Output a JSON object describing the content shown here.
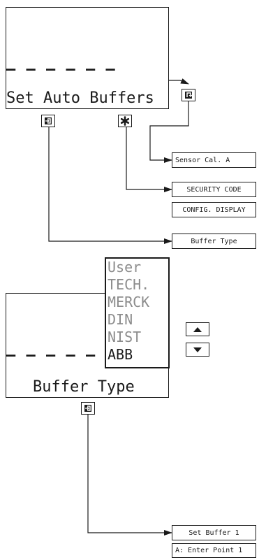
{
  "display1": {
    "dashes": "– – – – – –",
    "title": "Set Auto Buffers"
  },
  "display2": {
    "dashes": "– – – – – –",
    "title": "Buffer Type"
  },
  "buffer_menu": {
    "items": [
      "User",
      "TECH.",
      "MERCK",
      "DIN",
      "NIST",
      "ABB"
    ],
    "selected_index": 5
  },
  "boxes": {
    "sensor_cal": "Sensor Cal. A",
    "security_code": "SECURITY CODE",
    "config_display": "CONFIG. DISPLAY",
    "buffer_type": "Buffer Type",
    "set_buffer_1": "Set Buffer 1",
    "enter_point_1": "A: Enter Point 1"
  },
  "icons": {
    "enter_key": "enter-key-icon",
    "exit_key": "exit-key-icon",
    "menu_key": "asterisk-icon",
    "up_key": "up-arrow-icon",
    "down_key": "down-arrow-icon"
  }
}
